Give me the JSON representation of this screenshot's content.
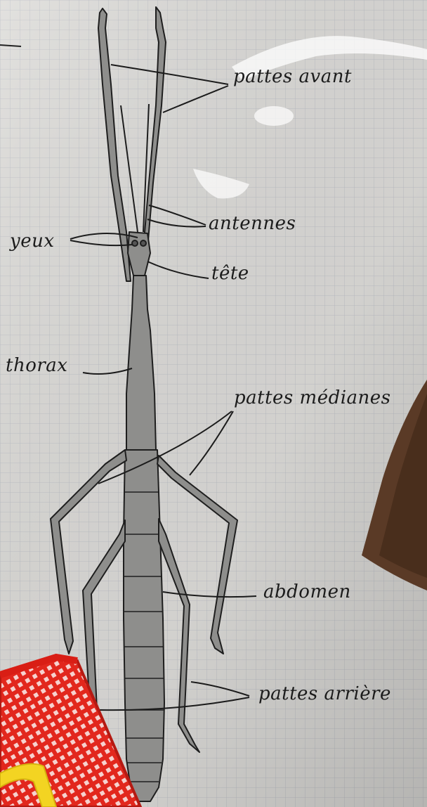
{
  "diagram": {
    "labels": {
      "pattes_avant": "pattes avant",
      "antennes": "antennes",
      "yeux": "yeux",
      "tete": "tête",
      "thorax": "thorax",
      "pattes_medianes": "pattes médianes",
      "abdomen": "abdomen",
      "pattes_arriere": "pattes arrière"
    }
  },
  "colors": {
    "paper": "#dcdcda",
    "grid": "#b9bdc4",
    "ink": "#1b1b1b",
    "insect_fill": "#8d8d8b",
    "basket": "#e02a20",
    "handle": "#f2d21a",
    "wood": "#5a3a26"
  }
}
